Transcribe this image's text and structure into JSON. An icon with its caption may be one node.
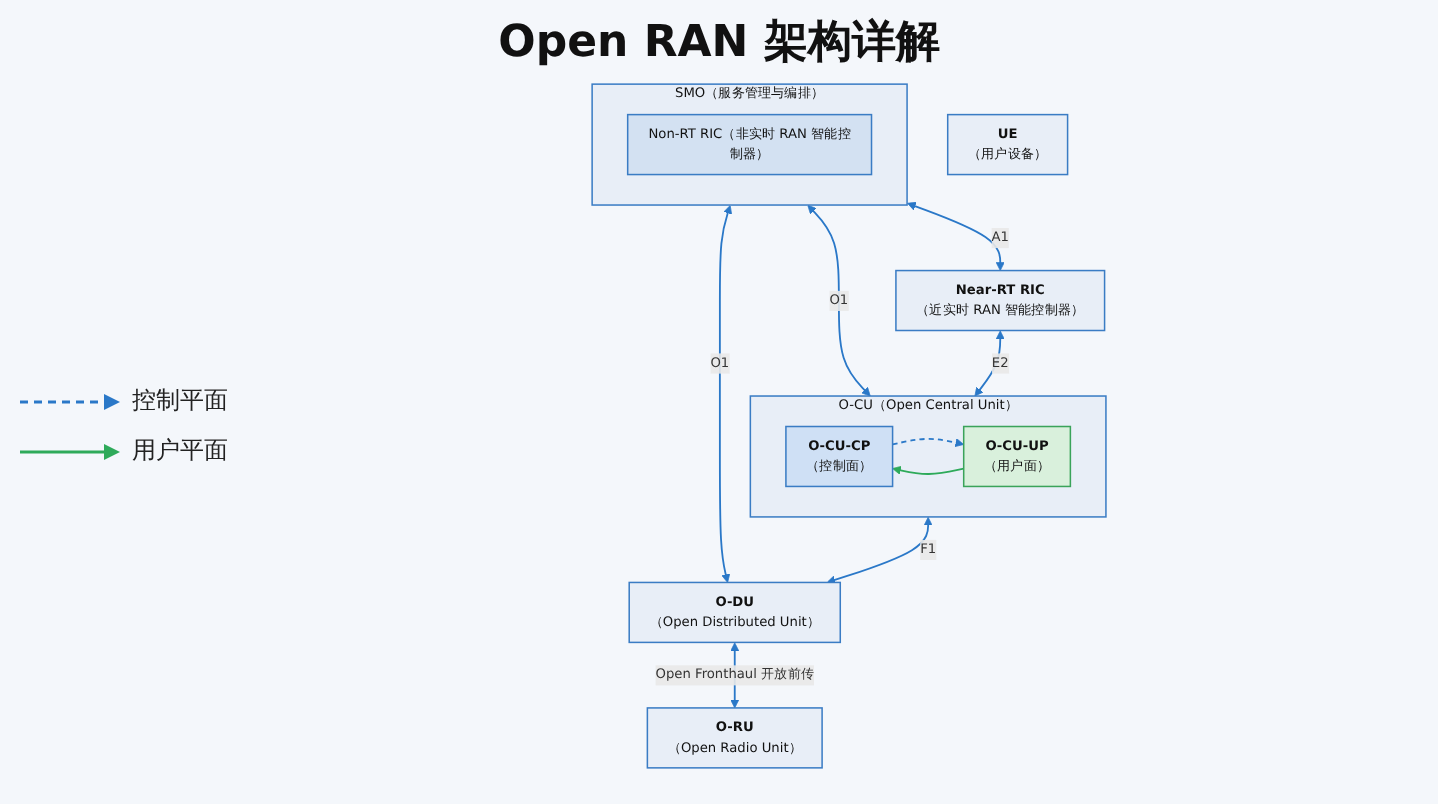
{
  "diagram": {
    "title": "Open RAN 架构详解",
    "nodes": [
      {
        "text": [
          "SMO（服务管理与编排）"
        ]
      },
      {
        "text": [
          "Non-RT RIC（非实时 RAN 智能控制器）"
        ],
        "in": 0
      },
      {
        "text": [
          "Near-RT RIC",
          "（近实时 RAN 智能控制器）"
        ]
      },
      {
        "text": [
          "O-CU（Open Central Unit）"
        ]
      },
      {
        "text": [
          "O-CU-CP",
          "（控制面）"
        ],
        "in": 3
      },
      {
        "text": [
          "O-CU-UP",
          "（用户面）"
        ],
        "in": 3
      },
      {
        "text": [
          "O-DU",
          "（Open Distributed Unit）"
        ]
      },
      {
        "text": [
          "O-RU",
          "（Open Radio Unit）"
        ]
      },
      {
        "text": [
          "UE",
          "（用户设备）"
        ]
      }
    ],
    "edges": [
      {
        "from": 0,
        "to": 2,
        "arrow": "both",
        "label": "A1"
      },
      {
        "from": 0,
        "to": 3,
        "arrow": "both",
        "label": "O1"
      },
      {
        "from": 0,
        "to": 6,
        "arrow": "both",
        "label": "O1"
      },
      {
        "from": 2,
        "to": 3,
        "arrow": "both",
        "label": "E2"
      },
      {
        "from": 3,
        "to": 6,
        "arrow": "both",
        "label": "F1"
      },
      {
        "from": 4,
        "to": 5,
        "arrow": "to",
        "style": "dashed"
      },
      {
        "from": 5,
        "to": 4,
        "arrow": "to",
        "color": "#2eaa5a"
      },
      {
        "from": 6,
        "to": 7,
        "arrow": "both",
        "label": "Open Fronthaul 开放前传"
      }
    ],
    "legend": [
      {
        "text": "控制平面"
      },
      {
        "text": "用户平面"
      }
    ]
  }
}
